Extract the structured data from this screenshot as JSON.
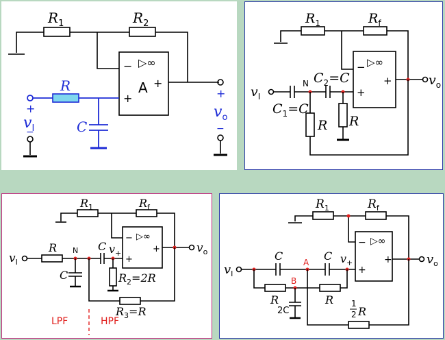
{
  "panels": {
    "lowpass_first_order": {
      "r1": "R",
      "r1_sub": "1",
      "r2": "R",
      "r2_sub": "2",
      "r": "R",
      "c": "C",
      "vin": "v",
      "vin_sub": "I",
      "vout": "v",
      "vout_sub": "o",
      "opamp": "A",
      "plus": "+",
      "minus": "−",
      "inf": "▷∞"
    },
    "highpass_second_order": {
      "r1": "R",
      "r1_sub": "1",
      "rf": "R",
      "rf_sub": "f",
      "c1": "C",
      "c1_sub": "1",
      "c1_eq": "=C",
      "c2": "C",
      "c2_sub": "2",
      "c2_eq": "=C",
      "node_n": "N",
      "r_a": "R",
      "r_b": "R",
      "vin": "v",
      "vin_sub": "I",
      "vout": "v",
      "vout_sub": "o",
      "inf": "▷∞"
    },
    "bandpass": {
      "r1": "R",
      "r1_sub": "1",
      "rf": "R",
      "rf_sub": "f",
      "r": "R",
      "c1": "C",
      "c2": "C",
      "node_n": "N",
      "vplus": "v",
      "vplus_sub": "+",
      "r2": "R",
      "r2_sub": "2",
      "r2_eq": "=2R",
      "r3": "R",
      "r3_sub": "3",
      "r3_eq": "=R",
      "vin": "v",
      "vin_sub": "I",
      "vout": "v",
      "vout_sub": "o",
      "lpf": "LPF",
      "hpf": "HPF",
      "inf": "▷∞"
    },
    "bandstop": {
      "r1": "R",
      "r1_sub": "1",
      "rf": "R",
      "rf_sub": "f",
      "c_top1": "C",
      "c_top2": "C",
      "node_a": "A",
      "node_b": "B",
      "vplus": "v",
      "vplus_sub": "+",
      "r_left": "R",
      "r_right": "R",
      "c_2c": "2C",
      "half_num": "1",
      "half_den": "2",
      "half_r": "R",
      "vin": "v",
      "vin_sub": "I",
      "vout": "v",
      "vout_sub": "o",
      "inf": "▷∞"
    }
  },
  "colors": {
    "wire": "#000000",
    "accent_blue": "#1d2bd6",
    "node_red": "#e0201e",
    "background": "#b8d8c0"
  }
}
